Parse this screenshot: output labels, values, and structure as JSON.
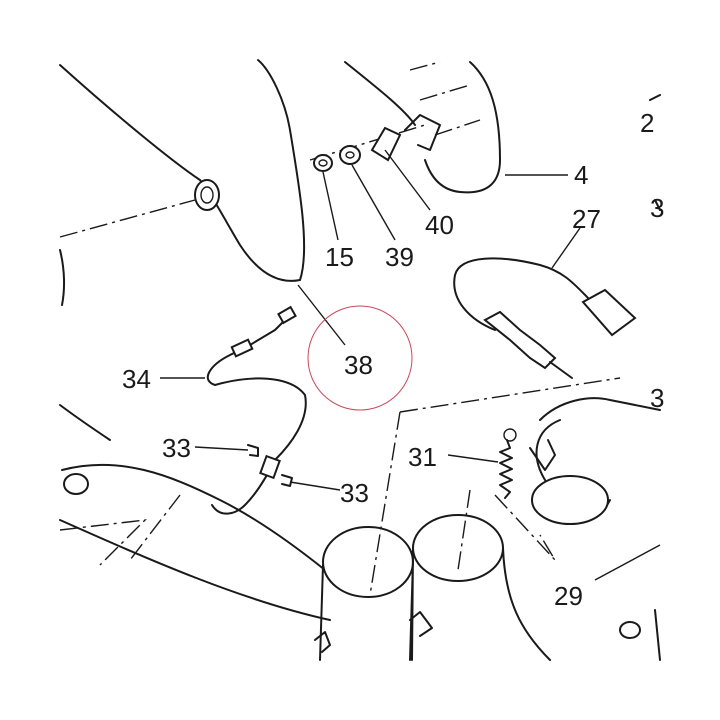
{
  "labels": {
    "l4": "4",
    "l15": "15",
    "l39": "39",
    "l40": "40",
    "l27": "27",
    "l38": "38",
    "l34": "34",
    "l33a": "33",
    "l33b": "33",
    "l31": "31",
    "l29": "29",
    "cut_2": "2",
    "cut_3a": "3",
    "cut_3b": "3"
  },
  "colors": {
    "line": "#1a1a1a",
    "highlight_circle": "#c9485b"
  }
}
